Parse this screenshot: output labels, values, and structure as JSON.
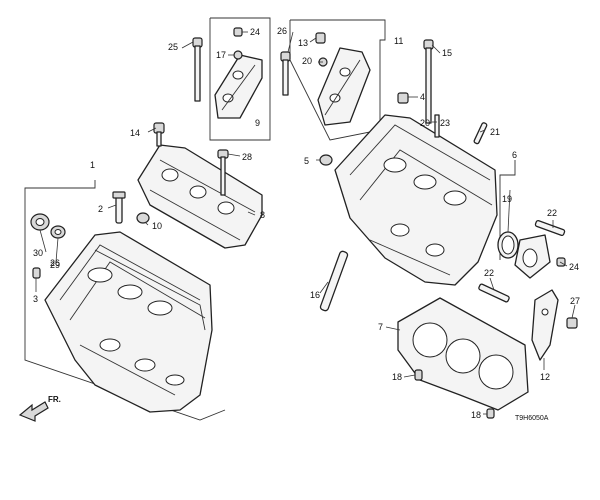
{
  "figure_code": "T9H6050A",
  "direction_label": "FR.",
  "callouts": [
    {
      "id": "c1",
      "text": "1"
    },
    {
      "id": "c2",
      "text": "2"
    },
    {
      "id": "c3",
      "text": "3"
    },
    {
      "id": "c4",
      "text": "4"
    },
    {
      "id": "c5",
      "text": "5"
    },
    {
      "id": "c6",
      "text": "6"
    },
    {
      "id": "c7",
      "text": "7"
    },
    {
      "id": "c8",
      "text": "8"
    },
    {
      "id": "c9",
      "text": "9"
    },
    {
      "id": "c10",
      "text": "10"
    },
    {
      "id": "c11",
      "text": "11"
    },
    {
      "id": "c12",
      "text": "12"
    },
    {
      "id": "c13",
      "text": "13"
    },
    {
      "id": "c14",
      "text": "14"
    },
    {
      "id": "c15",
      "text": "15"
    },
    {
      "id": "c16",
      "text": "16"
    },
    {
      "id": "c17",
      "text": "17"
    },
    {
      "id": "c18a",
      "text": "18"
    },
    {
      "id": "c18b",
      "text": "18"
    },
    {
      "id": "c19",
      "text": "19"
    },
    {
      "id": "c20a",
      "text": "20"
    },
    {
      "id": "c20b",
      "text": "20"
    },
    {
      "id": "c21",
      "text": "21"
    },
    {
      "id": "c22a",
      "text": "22"
    },
    {
      "id": "c22b",
      "text": "22"
    },
    {
      "id": "c23",
      "text": "23"
    },
    {
      "id": "c24a",
      "text": "24"
    },
    {
      "id": "c24b",
      "text": "24"
    },
    {
      "id": "c25",
      "text": "25"
    },
    {
      "id": "c26a",
      "text": "26"
    },
    {
      "id": "c26b",
      "text": "26"
    },
    {
      "id": "c27",
      "text": "27"
    },
    {
      "id": "c28",
      "text": "28"
    },
    {
      "id": "c29",
      "text": "29"
    },
    {
      "id": "c30",
      "text": "30"
    }
  ]
}
